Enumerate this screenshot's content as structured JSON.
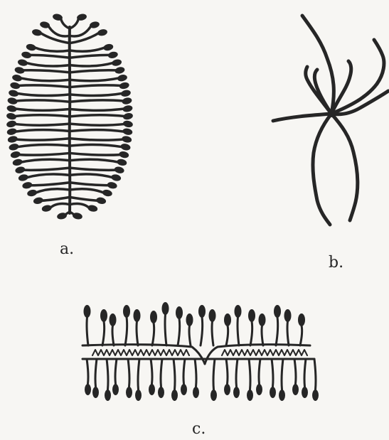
{
  "figure": {
    "labels": {
      "a": "a.",
      "b": "b.",
      "c": "c."
    }
  },
  "colors": {
    "ink": "#262626",
    "paper": "#f7f6f3"
  }
}
